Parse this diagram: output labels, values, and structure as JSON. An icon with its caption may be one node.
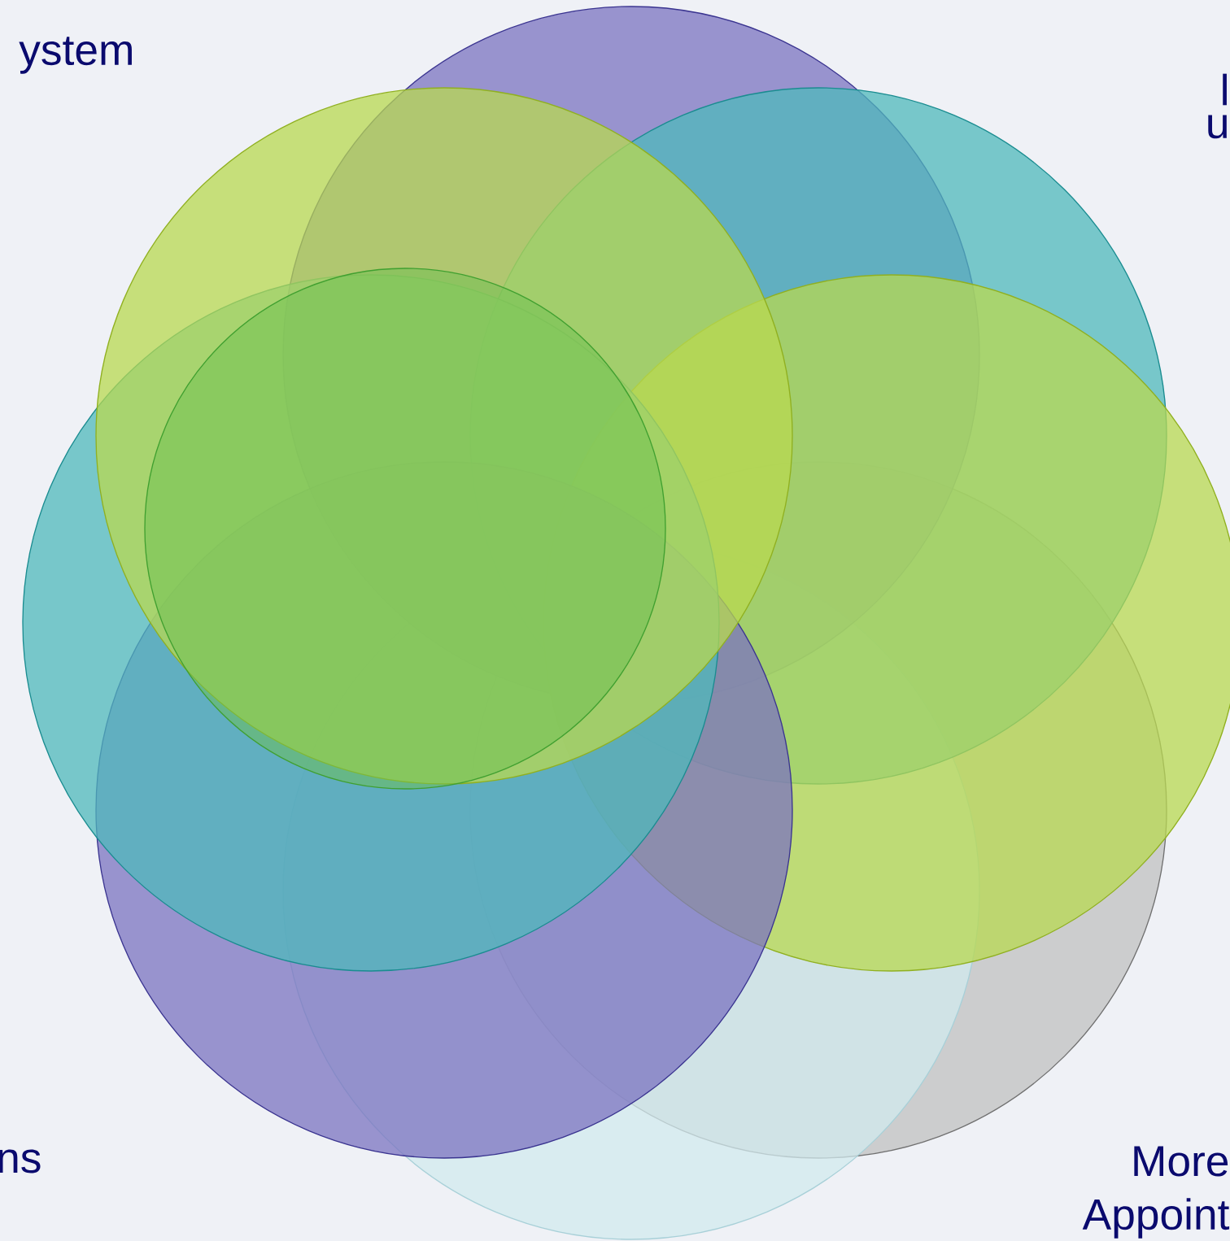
{
  "diagram": {
    "labels": [
      "ystem",
      "l",
      "u",
      "ns",
      "More",
      "Appoint"
    ]
  }
}
